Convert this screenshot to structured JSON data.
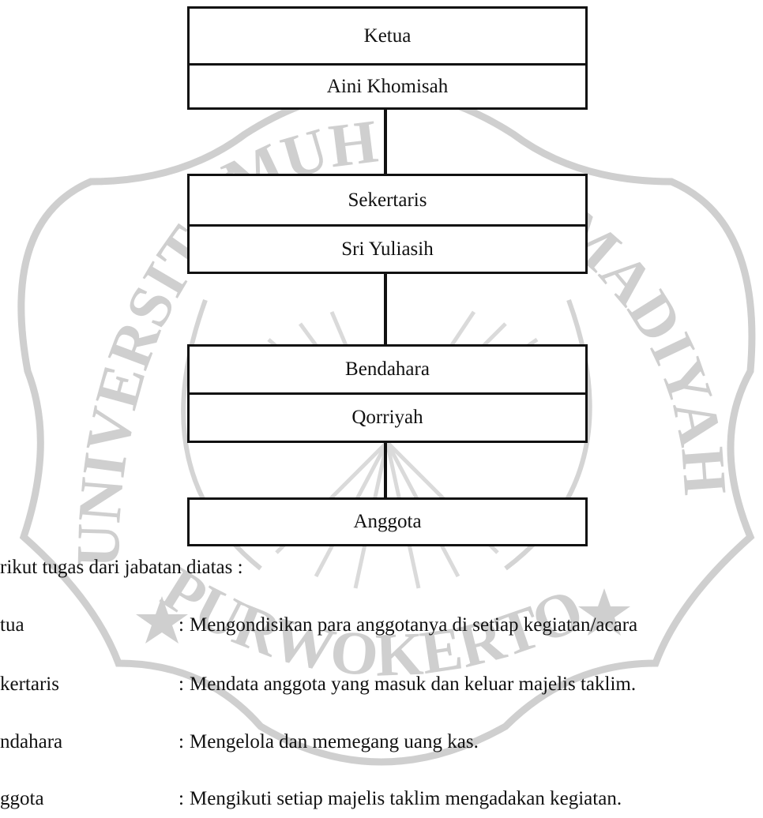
{
  "org_chart": {
    "ketua": {
      "role": "Ketua",
      "name": "Aini Khomisah"
    },
    "sekretaris": {
      "role": "Sekertaris",
      "name": "Sri Yuliasih"
    },
    "bendahara": {
      "role": "Bendahara",
      "name": "Qorriyah"
    },
    "anggota": {
      "role": "Anggota"
    }
  },
  "description": {
    "intro": "rikut tugas dari jabatan diatas :",
    "separator": ":",
    "items": [
      {
        "term": "tua",
        "definition": "Mengondisikan para anggotanya di setiap kegiatan/acara"
      },
      {
        "term": "kertaris",
        "definition": "Mendata anggota yang masuk dan keluar majelis taklim."
      },
      {
        "term": "ndahara",
        "definition": "Mengelola dan memegang  uang kas."
      },
      {
        "term": "ggota",
        "definition": "Mengikuti setiap majelis taklim mengadakan kegiatan."
      }
    ]
  },
  "watermark": {
    "arc_top": "MUH",
    "arc_left": "UNIVERSITAS",
    "arc_right": "MADIYAH",
    "arc_bottom": "PURWOKERTO",
    "color": "#cfcfcf"
  }
}
